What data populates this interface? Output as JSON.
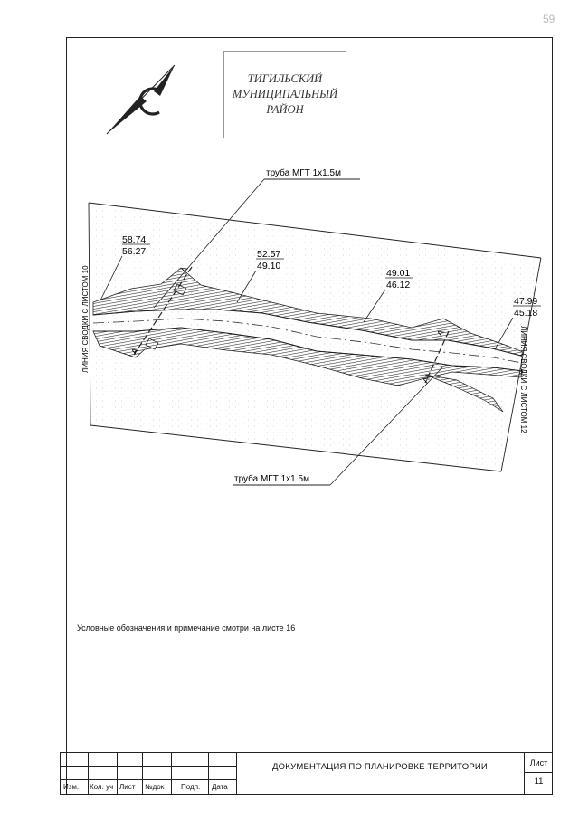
{
  "corner_mark": "59",
  "district_lines": [
    "ТИГИЛЬСКИЙ",
    "МУНИЦИПАЛЬНЫЙ",
    "РАЙОН"
  ],
  "pipe_label_top": "труба МГТ 1х1.5м",
  "pipe_label_bottom": "труба МГТ 1х1.5м",
  "match_line_left": "ЛИНИЯ СВОДКИ С ЛИСТОМ 10",
  "match_line_right": "ЛИНИЯ СВОДКИ С ЛИСТОМ 12",
  "elevations": [
    {
      "top": "58.74",
      "bottom": "56.27"
    },
    {
      "top": "52.57",
      "bottom": "49.10"
    },
    {
      "top": "49.01",
      "bottom": "46.12"
    },
    {
      "top": "47.99",
      "bottom": "45.18"
    }
  ],
  "section_marks": [
    "А",
    "А",
    "А",
    "А"
  ],
  "note": "Условные обозначения и примечание смотри на листе 16",
  "title_block": {
    "columns": [
      "Изм.",
      "Кол. уч",
      "Лист",
      "№док",
      "Подп.",
      "Дата"
    ],
    "document_title": "ДОКУМЕНТАЦИЯ ПО ПЛАНИРОВКЕ ТЕРРИТОРИИ",
    "sheet_label": "Лист",
    "sheet_number": "11"
  }
}
